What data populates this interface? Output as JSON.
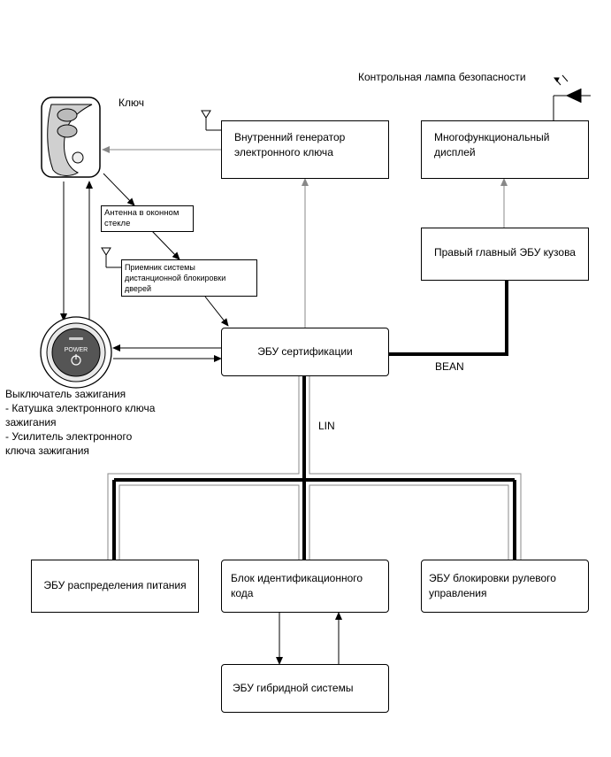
{
  "labels": {
    "key": "Ключ",
    "security_lamp": "Контрольная лампа безопасности",
    "bean": "BEAN",
    "lin": "LIN",
    "ignition_title": "Выключатель зажигания",
    "ignition_item1": "- Катушка электронного ключа\nзажигания",
    "ignition_item2": "- Усилитель электронного\nключа зажигания",
    "power_button_text": "POWER"
  },
  "boxes": {
    "internal_generator": "Внутренний генератор\nэлектронного ключа",
    "multi_display": "Многофункциональный\nдисплей",
    "window_antenna": "Антенна в оконном\nстекле",
    "remote_receiver": "Приемник системы\nдистанционной блокировки\nдверей",
    "right_body_ecu": "Правый главный ЭБУ кузова",
    "cert_ecu": "ЭБУ сертификации",
    "power_dist_ecu": "ЭБУ распределения питания",
    "id_code_box": "Блок идентификационного\nкода",
    "steering_lock_ecu": "ЭБУ блокировки рулевого\nуправления",
    "hybrid_ecu": "ЭБУ гибридной системы"
  }
}
